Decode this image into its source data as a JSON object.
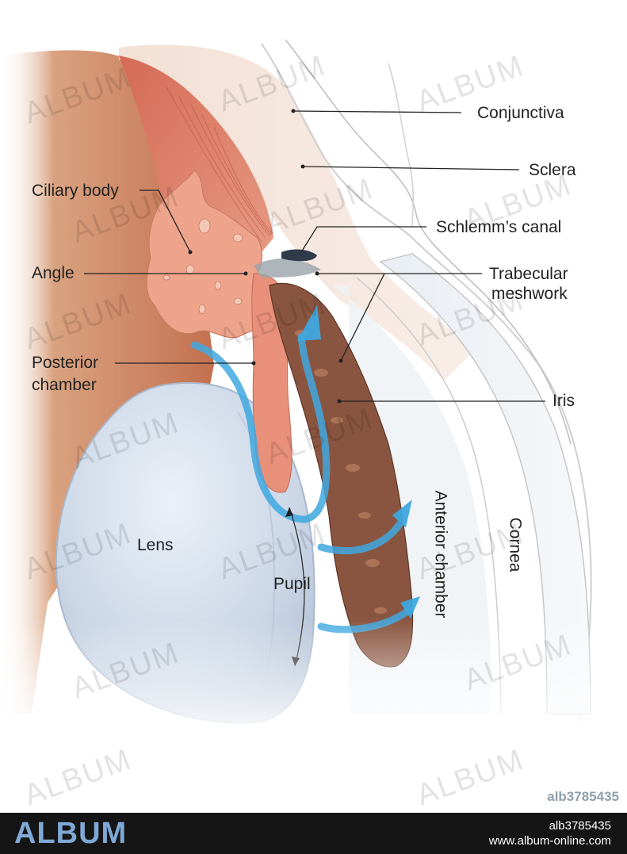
{
  "labels": {
    "conjunctiva": "Conjunctiva",
    "sclera": "Sclera",
    "schlemms_canal": "Schlemm’s canal",
    "trabecular_1": "Trabecular",
    "trabecular_2": "meshwork",
    "ciliary_body": "Ciliary body",
    "angle": "Angle",
    "posterior_1": "Posterior",
    "posterior_2": "chamber",
    "iris": "Iris",
    "lens": "Lens",
    "pupil": "Pupil",
    "anterior_chamber": "Anterior chamber",
    "cornea": "Cornea"
  },
  "watermark": {
    "text": "ALBUM"
  },
  "stock_id": "alb3785435",
  "footer": {
    "logo": "ALBUM",
    "id": "alb3785435",
    "url": "www.album-online.com"
  },
  "colors": {
    "background": "#ffffff",
    "tissue": "#c98a6e",
    "ciliary": "#e4a08c",
    "iris": "#8a5540",
    "lens": "#d6e2ee",
    "flow_arrow": "#3fa8e0",
    "footer_bg": "#151515",
    "footer_logo": "#7fa9d6"
  }
}
